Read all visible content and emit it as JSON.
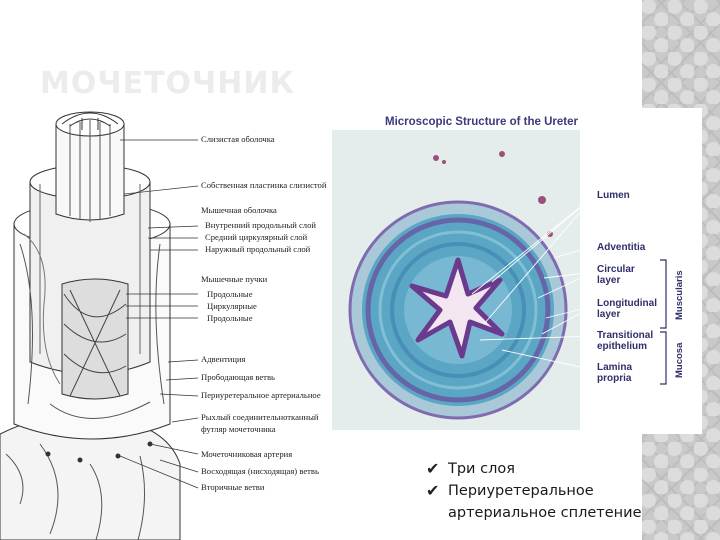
{
  "slide": {
    "title": "МОЧЕТОЧНИК"
  },
  "left_figure": {
    "labels": [
      "Слизистая оболочка",
      "Собственная пластинка слизистой",
      "Мышечная оболочка",
      "Внутренний продольный слой",
      "Средний циркулярный слой",
      "Наружный продольный слой",
      "Мышечные пучки",
      "Продольные",
      "Циркулярные",
      "Продольные",
      "Адвентиция",
      "Прободающая ветвь",
      "Периуретеральное артериальное",
      "Рыхлый соединительнотканный",
      "футляр мочеточника",
      "Мочеточниковая артерия",
      "Восходящая (нисходящая) ветвь",
      "Вторичные ветви"
    ]
  },
  "right_figure": {
    "title": "Microscopic Structure of the Ureter",
    "labels": {
      "lumen": "Lumen",
      "adventitia": "Adventitia",
      "circular_1": "Circular",
      "circular_2": "layer",
      "longitudinal_1": "Longitudinal",
      "longitudinal_2": "layer",
      "transitional_1": "Transitional",
      "transitional_2": "epithelium",
      "lamina_1": "Lamina",
      "lamina_2": "propria"
    },
    "groups": {
      "muscularis": "Muscularis",
      "mucosa": "Mucosa"
    }
  },
  "bullets": [
    {
      "icon": "check-icon",
      "text": "Три слоя"
    },
    {
      "icon": "check-icon",
      "text": "Периуретеральное"
    },
    {
      "icon": "none",
      "text": "артериальное сплетение"
    }
  ],
  "colors": {
    "title_faded": "#ececec",
    "micro_blue": "#5aa6c4",
    "micro_purple": "#6a4a9c",
    "label_navy": "#2f2f6a"
  }
}
